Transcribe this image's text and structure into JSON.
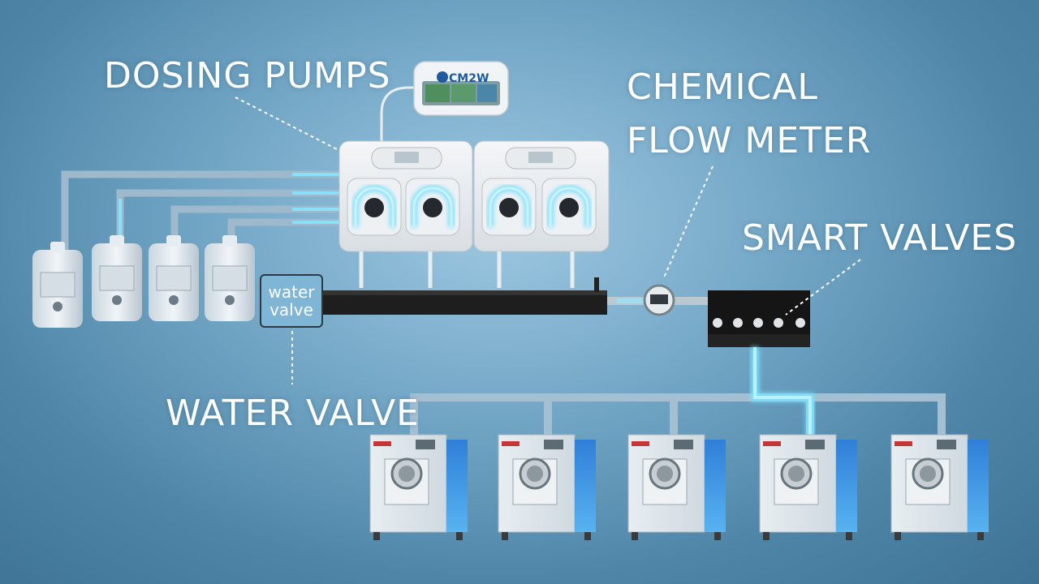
{
  "labels": {
    "dosing_pumps": "DOSING PUMPS",
    "chemical_flow_meter_line1": "CHEMICAL",
    "chemical_flow_meter_line2": "FLOW METER",
    "smart_valves": "SMART VALVES",
    "water_valve": "WATER VALVE"
  },
  "water_valve_box": {
    "line1": "water",
    "line2": "valve"
  },
  "controller": {
    "brand": "CM2W"
  },
  "components": {
    "chemical_containers": 4,
    "pump_units": 2,
    "pump_heads": 4,
    "smart_valve_ports": 5,
    "washing_machines": 5
  },
  "colors": {
    "background": "#6fa3c4",
    "glow": "#7fe0ff",
    "pipe": "#a9c3d4",
    "manifold": "#1c1c1c",
    "label": "#ffffff"
  }
}
